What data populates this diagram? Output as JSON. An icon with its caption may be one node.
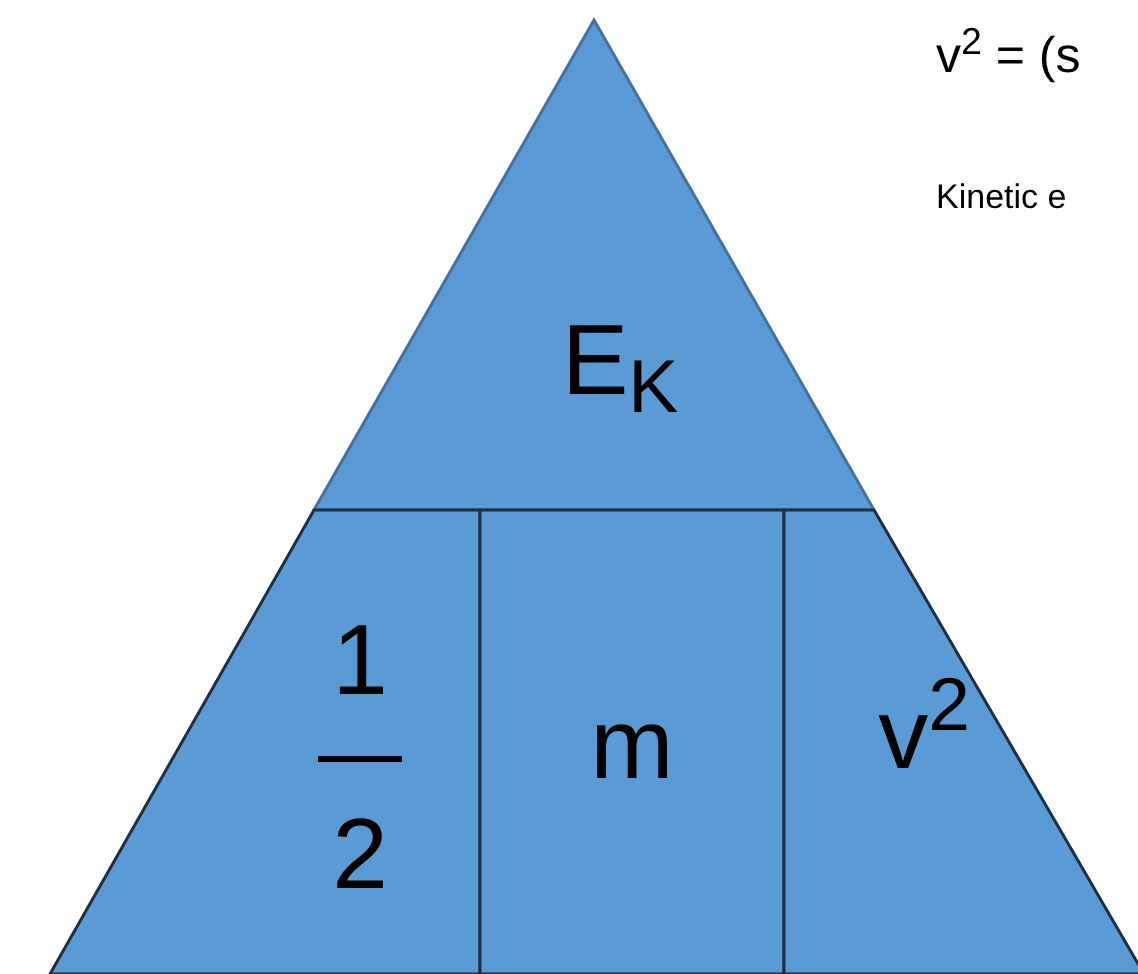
{
  "diagram": {
    "nodes": [
      {
        "text": [
          "E$_{K}$"
        ]
      },
      {
        "text": [
          "1",
          "2"
        ]
      },
      {
        "text": [
          "m"
        ]
      },
      {
        "text": [
          "v$^{2}$"
        ]
      }
    ],
    "labels": [
      "v$^{2}$ = (s",
      "Kinetic e"
    ]
  }
}
